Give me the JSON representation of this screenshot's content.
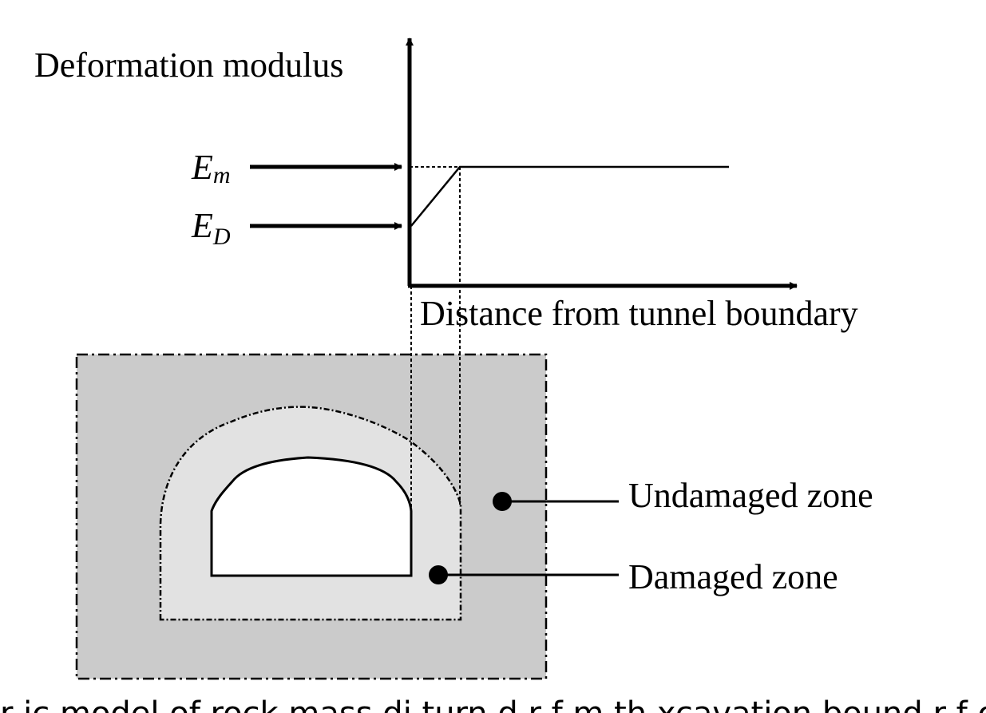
{
  "diagram": {
    "y_axis_label": "Deformation modulus",
    "x_axis_label": "Distance from tunnel boundary",
    "level_high": {
      "symbol": "E",
      "subscript": "m"
    },
    "level_low": {
      "symbol": "E",
      "subscript": "D"
    },
    "zone_outer_label": "Undamaged zone",
    "zone_inner_label": "Damaged zone"
  },
  "colors": {
    "undamaged_zone_fill": "#cbcbcb",
    "damaged_zone_fill": "#e2e2e2",
    "tunnel_fill": "#ffffff",
    "line": "#000000"
  },
  "caption": {
    "partial_text": "r ic model of rock mass di turn d r f m th xcavation bound r f c (Cai"
  }
}
